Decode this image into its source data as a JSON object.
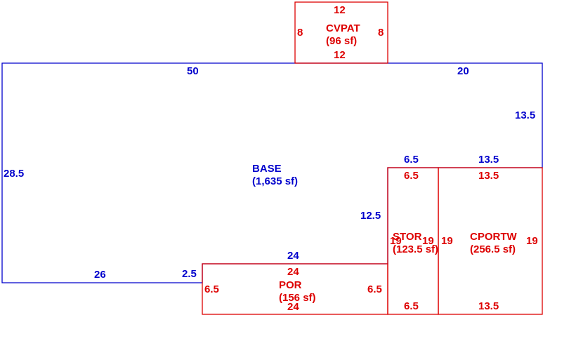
{
  "colors": {
    "base": "#0000cc",
    "addition": "#dd0000",
    "background": "#ffffff"
  },
  "areas": {
    "base": {
      "name": "BASE",
      "area": "(1,635 sf)"
    },
    "cvpat": {
      "name": "CVPAT",
      "area": "(96 sf)"
    },
    "por": {
      "name": "POR",
      "area": "(156 sf)"
    },
    "stor": {
      "name": "STOR",
      "area": "(123.5 sf)"
    },
    "cportw": {
      "name": "CPORTW",
      "area": "(256.5 sf)"
    }
  },
  "dimensions": {
    "base": {
      "top_left": "50",
      "top_right": "20",
      "right_upper": "13.5",
      "step_top_left": "6.5",
      "step_top_right": "13.5",
      "step_left": "12.5",
      "left": "28.5",
      "bottom": "26",
      "notch": "2.5",
      "por_top": "24"
    },
    "cvpat": {
      "top": "12",
      "bottom": "12",
      "left": "8",
      "right": "8"
    },
    "por": {
      "top": "24",
      "bottom": "24",
      "left": "6.5",
      "right": "6.5"
    },
    "stor": {
      "top": "6.5",
      "bottom": "6.5",
      "left": "19",
      "right": "19"
    },
    "cportw": {
      "top": "13.5",
      "bottom": "13.5",
      "left": "19",
      "right": "19"
    }
  }
}
